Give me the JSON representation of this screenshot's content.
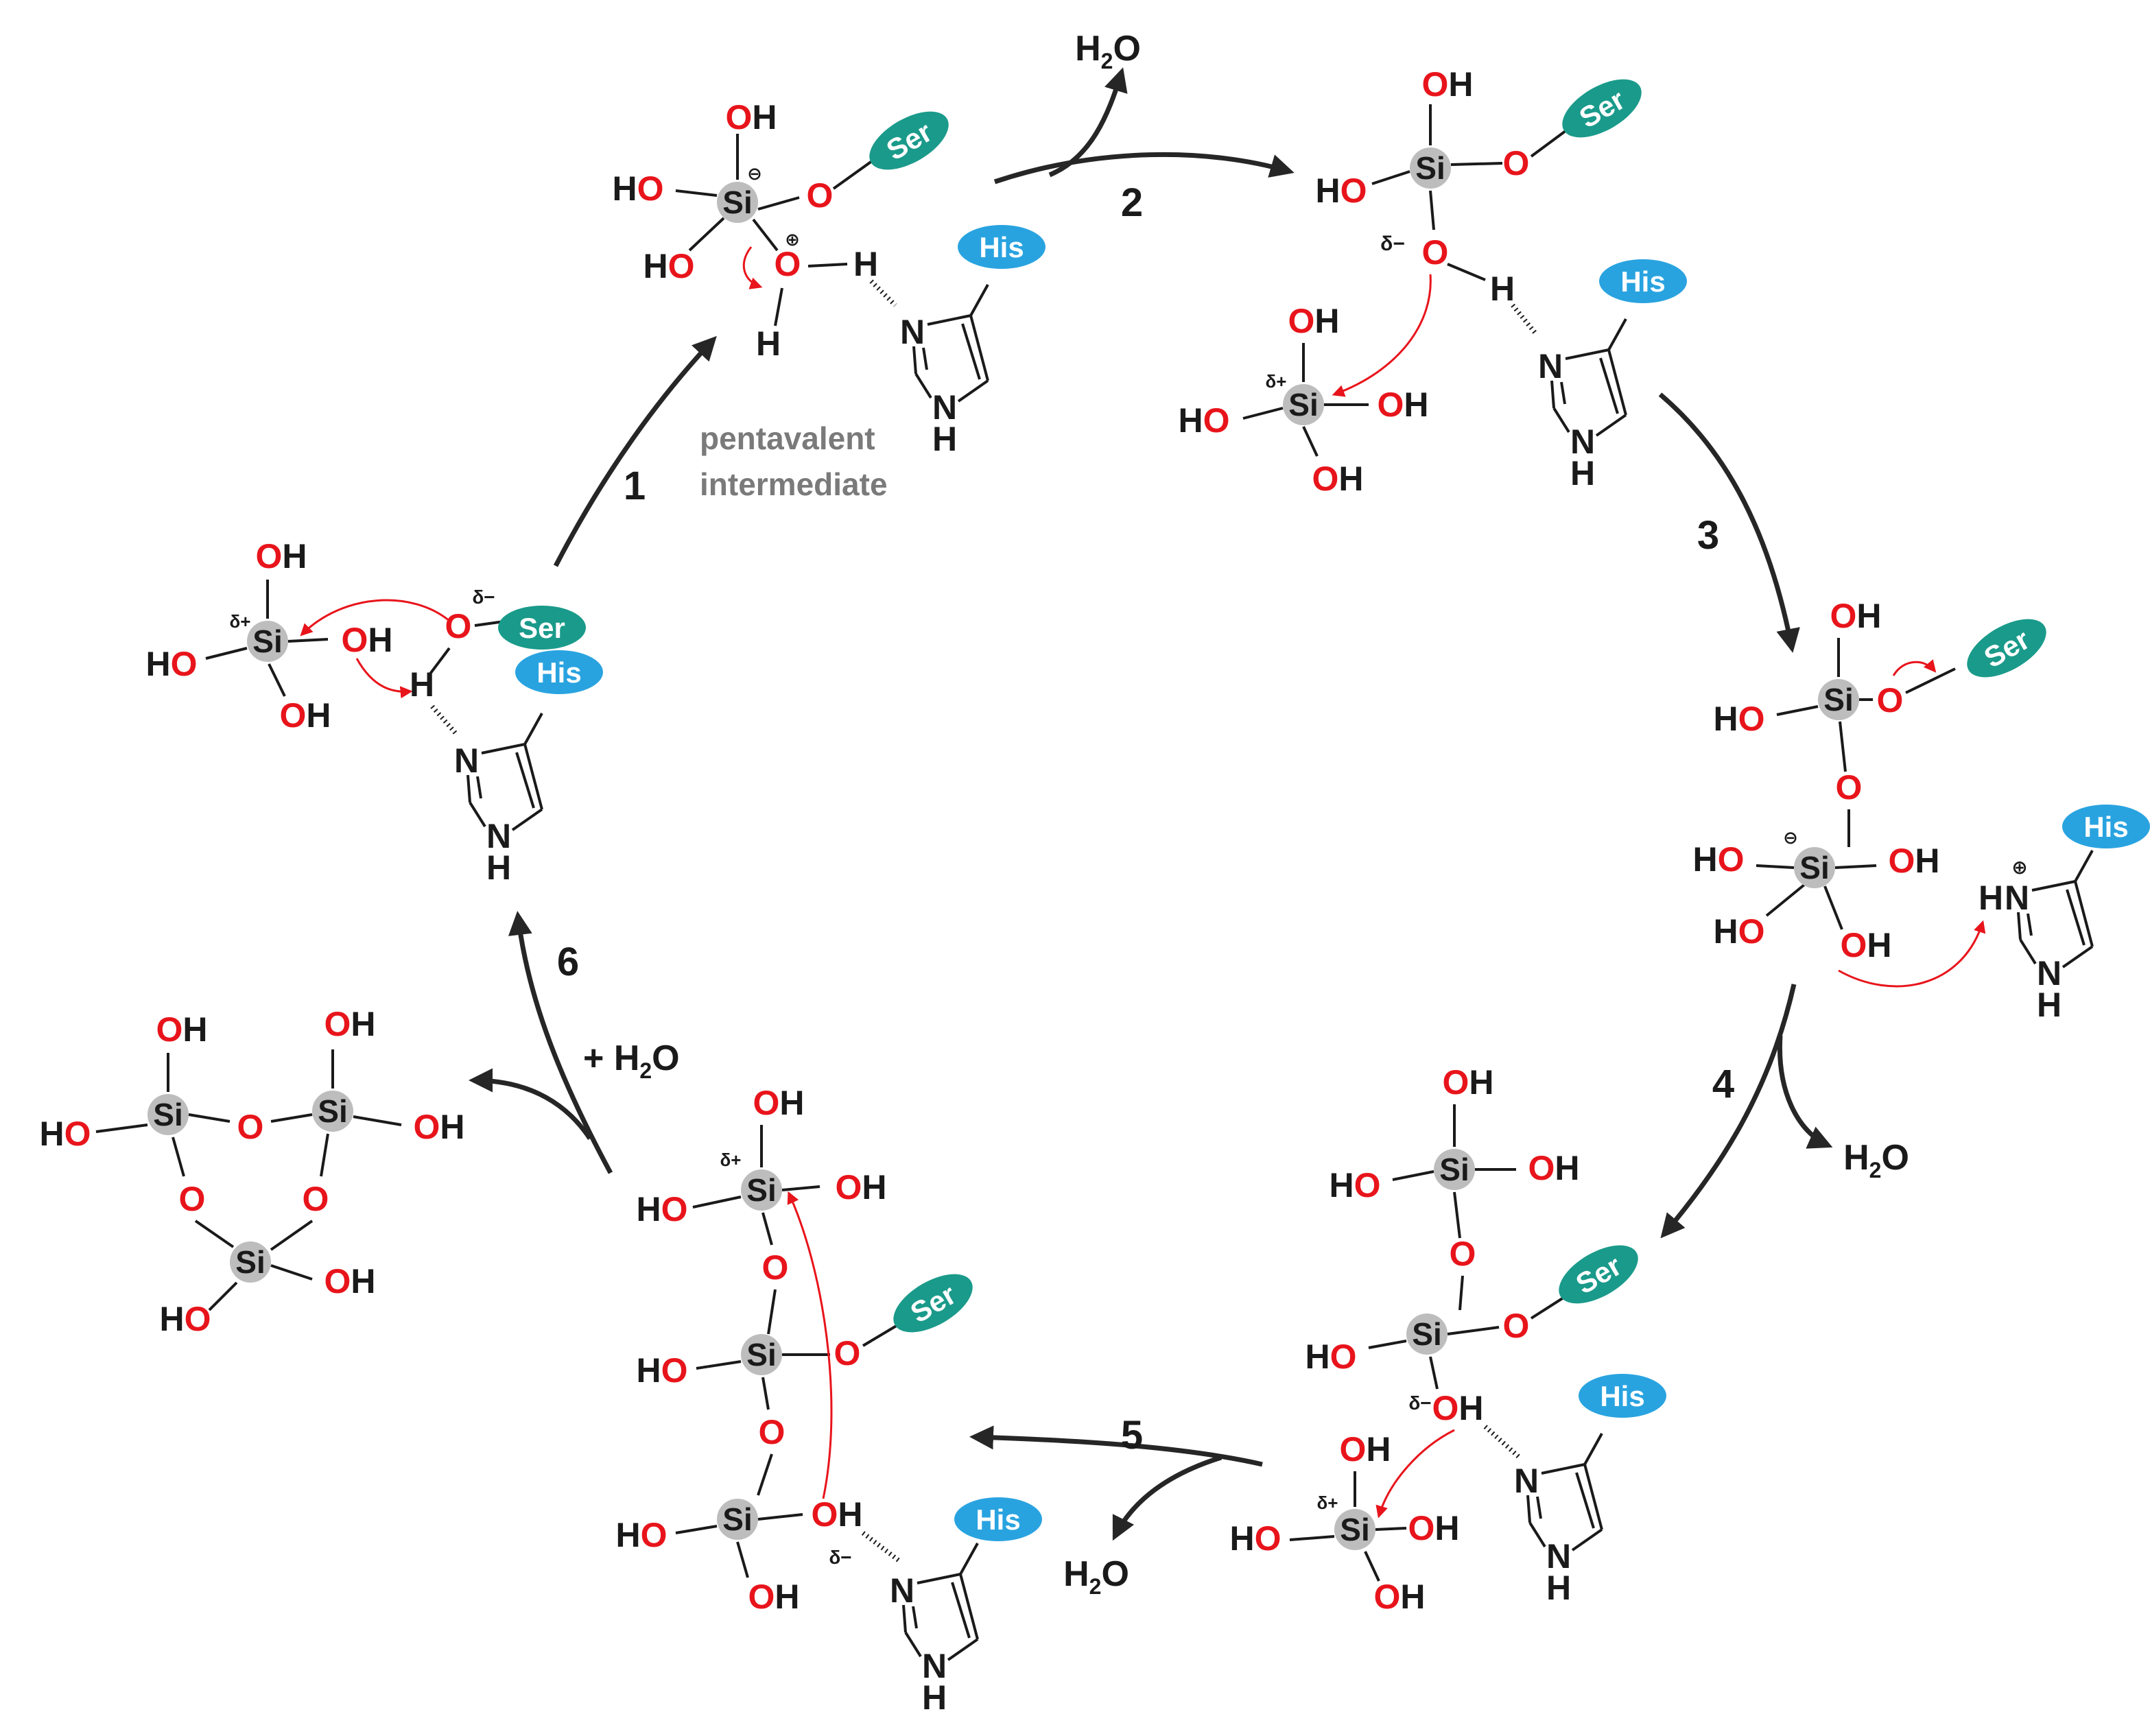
{
  "labels": {
    "oh": "OH",
    "ho": "HO",
    "o": "O",
    "h": "H",
    "si": "Si",
    "n": "N",
    "ser": "Ser",
    "his": "His",
    "water_h": "H",
    "water_sub": "2",
    "water_o": "O",
    "plus_water_prefix": "+ H",
    "delta_plus": "δ+",
    "delta_minus": "δ−",
    "minus_charge": "⊖",
    "plus_charge": "⊕",
    "pentavalent_line1": "pentavalent",
    "pentavalent_line2": "intermediate"
  },
  "steps": [
    "1",
    "2",
    "3",
    "4",
    "5",
    "6"
  ],
  "colors": {
    "oxygen": "#e8141b",
    "silicon": "#bdbdbd",
    "serine": "#1a9a8a",
    "histidine": "#29a3e0",
    "arrow": "#262626",
    "note": "#7a7a7a"
  }
}
